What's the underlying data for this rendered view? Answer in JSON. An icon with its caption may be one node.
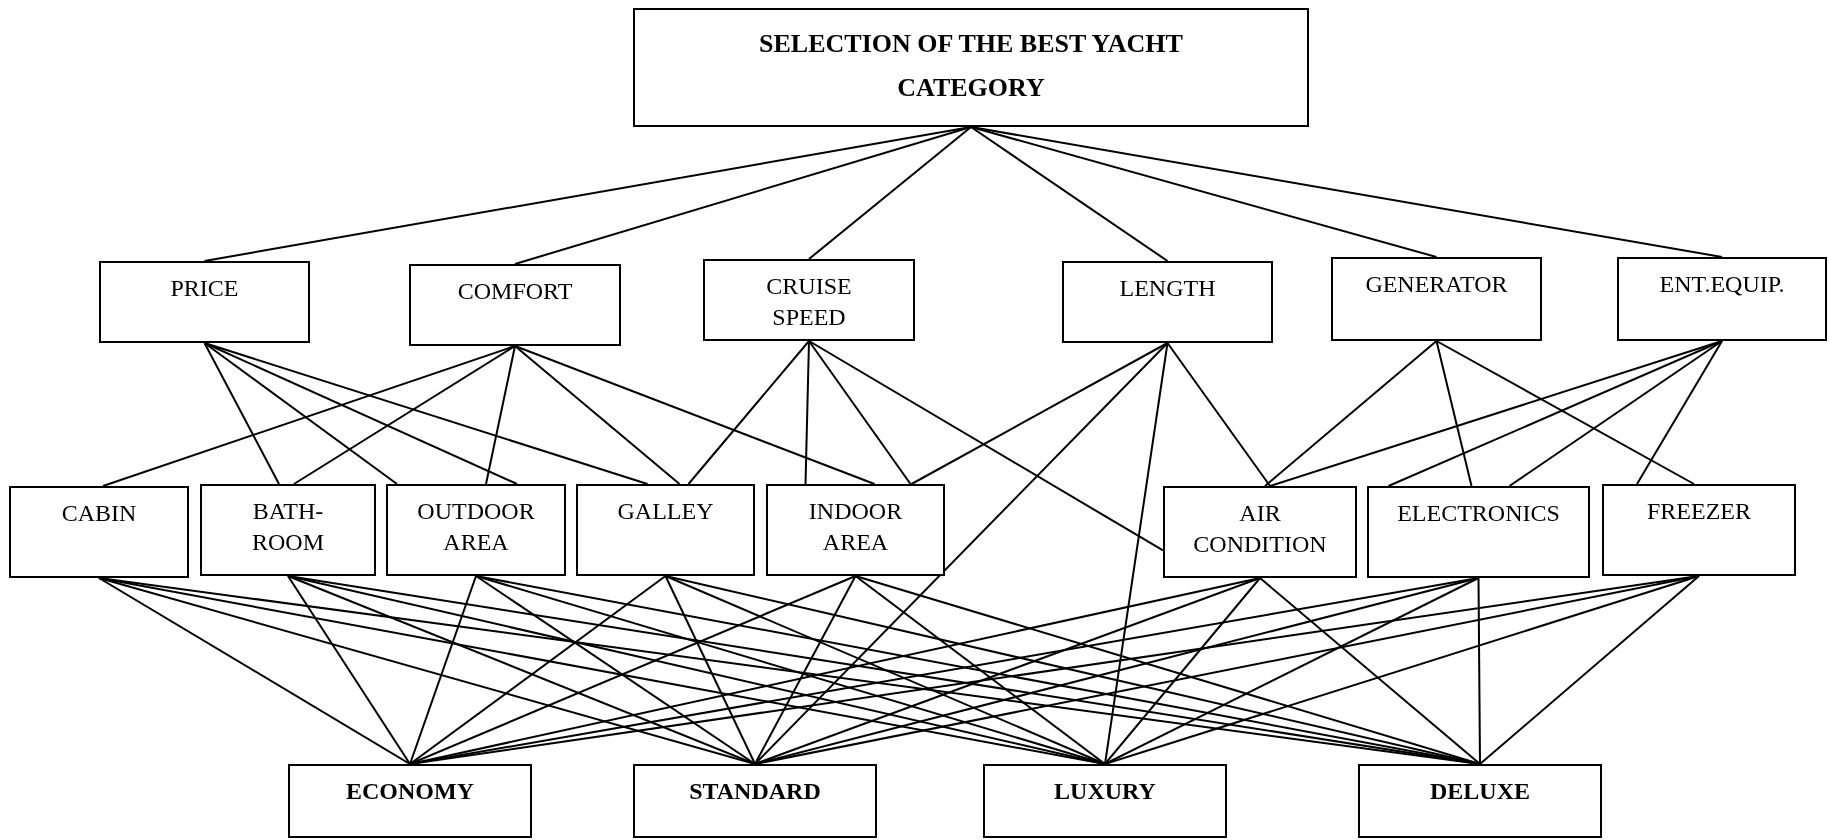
{
  "diagram": {
    "nodes": [
      {
        "text": [
          "SELECTION OF THE BEST YACHT CATEGORY"
        ]
      },
      {
        "text": [
          "PRICE"
        ]
      },
      {
        "text": [
          "COMFORT"
        ]
      },
      {
        "text": [
          "CRUISE SPEED"
        ]
      },
      {
        "text": [
          "LENGTH"
        ]
      },
      {
        "text": [
          "GENERATOR"
        ]
      },
      {
        "text": [
          "ENT.EQUIP."
        ]
      },
      {
        "text": [
          "CABIN"
        ]
      },
      {
        "text": [
          "BATH-ROOM"
        ]
      },
      {
        "text": [
          "OUTDOOR AREA"
        ]
      },
      {
        "text": [
          "GALLEY"
        ]
      },
      {
        "text": [
          "INDOOR AREA"
        ]
      },
      {
        "text": [
          "AIR CONDITION"
        ]
      },
      {
        "text": [
          "ELECTRONICS"
        ]
      },
      {
        "text": [
          "FREEZER"
        ]
      },
      {
        "text": [
          "ECONOMY"
        ]
      },
      {
        "text": [
          "STANDARD"
        ]
      },
      {
        "text": [
          "LUXURY"
        ]
      },
      {
        "text": [
          "DELUXE"
        ]
      }
    ],
    "edges": [
      {
        "from": 0,
        "to": 1,
        "arrow": "none"
      },
      {
        "from": 0,
        "to": 2,
        "arrow": "none"
      },
      {
        "from": 0,
        "to": 3,
        "arrow": "none"
      },
      {
        "from": 0,
        "to": 4,
        "arrow": "none"
      },
      {
        "from": 0,
        "to": 5,
        "arrow": "none"
      },
      {
        "from": 0,
        "to": 6,
        "arrow": "none"
      },
      {
        "from": 1,
        "to": 8,
        "arrow": "none"
      },
      {
        "from": 1,
        "to": 9,
        "arrow": "none"
      },
      {
        "from": 1,
        "to": 9,
        "arrow": "none"
      },
      {
        "from": 1,
        "to": 10,
        "arrow": "none"
      },
      {
        "from": 2,
        "to": 7,
        "arrow": "none"
      },
      {
        "from": 2,
        "to": 8,
        "arrow": "none"
      },
      {
        "from": 2,
        "to": 9,
        "arrow": "none"
      },
      {
        "from": 2,
        "to": 10,
        "arrow": "none"
      },
      {
        "from": 2,
        "to": 11,
        "arrow": "none"
      },
      {
        "from": 3,
        "to": 10,
        "arrow": "none"
      },
      {
        "from": 3,
        "to": 11,
        "arrow": "none"
      },
      {
        "from": 3,
        "to": 11,
        "arrow": "none"
      },
      {
        "from": 3,
        "to": 12,
        "arrow": "none"
      },
      {
        "from": 4,
        "to": 11,
        "arrow": "none"
      },
      {
        "from": 4,
        "to": 16,
        "arrow": "none"
      },
      {
        "from": 4,
        "to": 17,
        "arrow": "none"
      },
      {
        "from": 4,
        "to": 12,
        "arrow": "none"
      },
      {
        "from": 5,
        "to": 12,
        "arrow": "none"
      },
      {
        "from": 5,
        "to": 13,
        "arrow": "none"
      },
      {
        "from": 5,
        "to": 14,
        "arrow": "none"
      },
      {
        "from": 6,
        "to": 12,
        "arrow": "none"
      },
      {
        "from": 6,
        "to": 13,
        "arrow": "none"
      },
      {
        "from": 6,
        "to": 13,
        "arrow": "none"
      },
      {
        "from": 6,
        "to": 14,
        "arrow": "none"
      },
      {
        "from": 7,
        "to": 15,
        "arrow": "none"
      },
      {
        "from": 7,
        "to": 16,
        "arrow": "none"
      },
      {
        "from": 7,
        "to": 17,
        "arrow": "none"
      },
      {
        "from": 7,
        "to": 18,
        "arrow": "none"
      },
      {
        "from": 8,
        "to": 15,
        "arrow": "none"
      },
      {
        "from": 8,
        "to": 16,
        "arrow": "none"
      },
      {
        "from": 8,
        "to": 17,
        "arrow": "none"
      },
      {
        "from": 8,
        "to": 18,
        "arrow": "none"
      },
      {
        "from": 9,
        "to": 15,
        "arrow": "none"
      },
      {
        "from": 9,
        "to": 16,
        "arrow": "none"
      },
      {
        "from": 9,
        "to": 17,
        "arrow": "none"
      },
      {
        "from": 9,
        "to": 18,
        "arrow": "none"
      },
      {
        "from": 10,
        "to": 15,
        "arrow": "none"
      },
      {
        "from": 10,
        "to": 16,
        "arrow": "none"
      },
      {
        "from": 10,
        "to": 17,
        "arrow": "none"
      },
      {
        "from": 10,
        "to": 18,
        "arrow": "none"
      },
      {
        "from": 11,
        "to": 15,
        "arrow": "none"
      },
      {
        "from": 11,
        "to": 16,
        "arrow": "none"
      },
      {
        "from": 11,
        "to": 17,
        "arrow": "none"
      },
      {
        "from": 11,
        "to": 18,
        "arrow": "none"
      },
      {
        "from": 12,
        "to": 15,
        "arrow": "none"
      },
      {
        "from": 12,
        "to": 16,
        "arrow": "none"
      },
      {
        "from": 12,
        "to": 17,
        "arrow": "none"
      },
      {
        "from": 12,
        "to": 18,
        "arrow": "none"
      },
      {
        "from": 13,
        "to": 15,
        "arrow": "none"
      },
      {
        "from": 13,
        "to": 16,
        "arrow": "none"
      },
      {
        "from": 13,
        "to": 17,
        "arrow": "none"
      },
      {
        "from": 13,
        "to": 18,
        "arrow": "none"
      },
      {
        "from": 14,
        "to": 15,
        "arrow": "none"
      },
      {
        "from": 14,
        "to": 16,
        "arrow": "none"
      },
      {
        "from": 14,
        "to": 17,
        "arrow": "none"
      },
      {
        "from": 14,
        "to": 18,
        "arrow": "none"
      }
    ]
  }
}
